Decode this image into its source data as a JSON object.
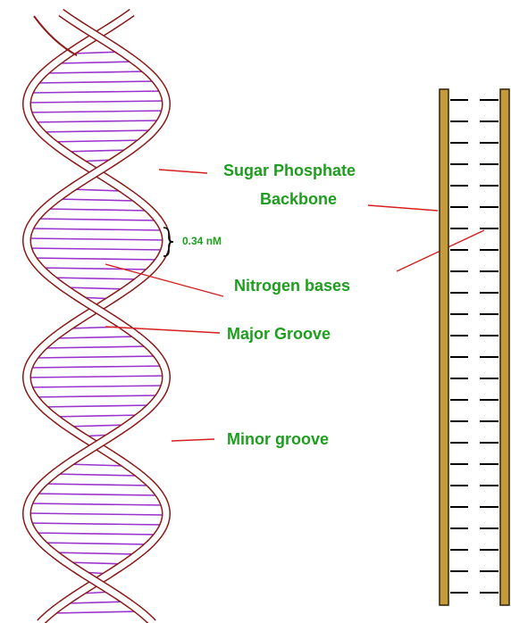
{
  "labels": {
    "backbone_line1": "Sugar Phosphate",
    "backbone_line2": "Backbone",
    "distance": "0.34 nM",
    "nitrogen_bases": "Nitrogen bases",
    "major_groove": "Major Groove",
    "minor_groove": "Minor groove"
  },
  "colors": {
    "strand_outline": "#8b1a1a",
    "base_pair": "#9933cc",
    "label_text": "#1e9e1e",
    "leader_line": "#d42020",
    "ladder_rail_fill": "#c49a3a",
    "ladder_rail_outline": "#3a2a12",
    "ladder_rung": "#000000",
    "brace": "#000000"
  }
}
